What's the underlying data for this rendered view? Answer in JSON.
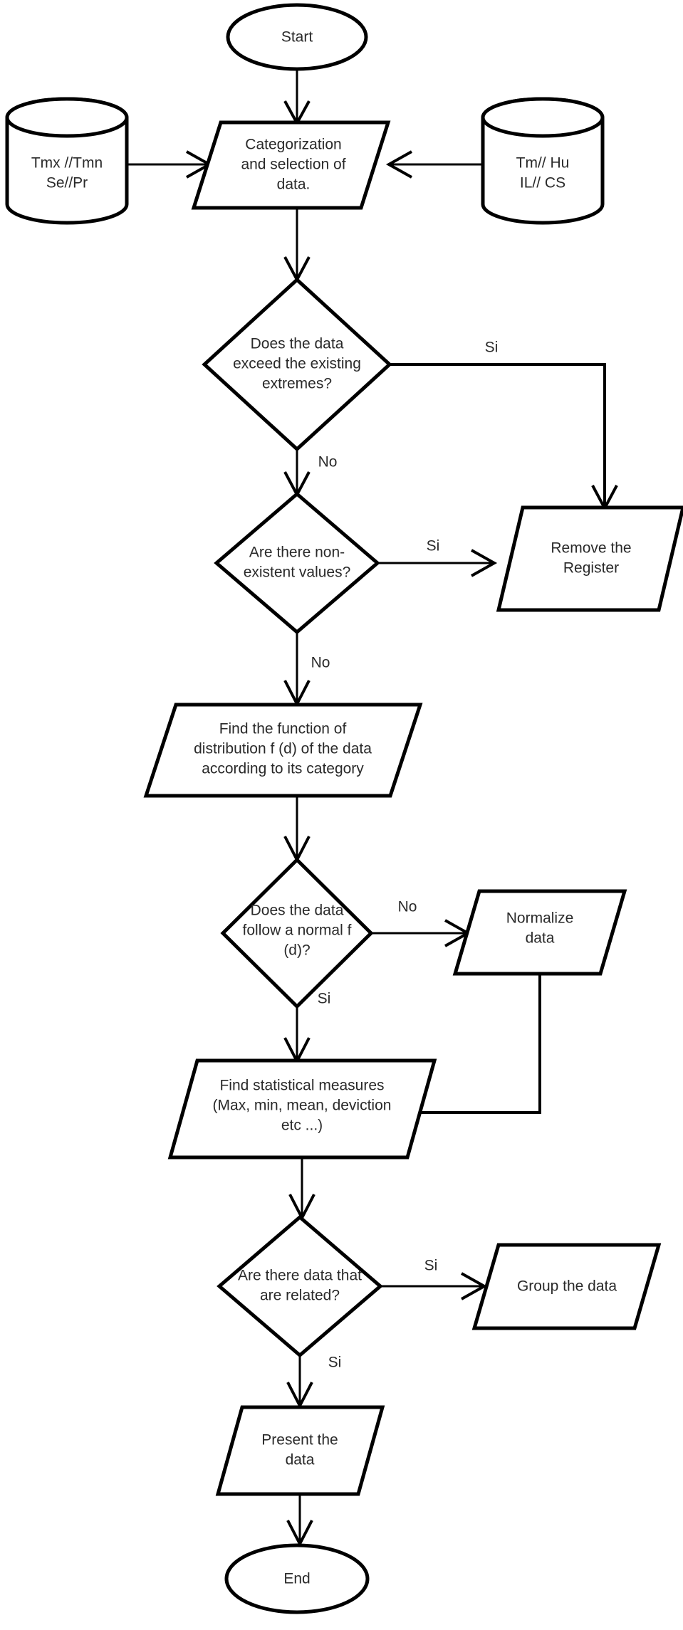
{
  "diagram": {
    "title": "Data processing flowchart",
    "colors": {
      "background": "#ffffff",
      "stroke": "#000000",
      "text": "#2a2a2a"
    },
    "nodes": {
      "start": {
        "label": "Start",
        "shape": "terminator-oval"
      },
      "db_left": {
        "line1": "Tmx //Tmn",
        "line2": "Se//Pr",
        "shape": "database-cylinder"
      },
      "db_right": {
        "line1": "Tm// Hu",
        "line2": "IL// CS",
        "shape": "database-cylinder"
      },
      "categorization": {
        "line1": "Categorization",
        "line2": "and selection of",
        "line3": "data.",
        "shape": "data-parallelogram"
      },
      "decision_extremes": {
        "line1": "Does the data",
        "line2": "exceed the existing",
        "line3": "extremes?",
        "shape": "decision-diamond"
      },
      "decision_nonexistent": {
        "line1": "Are there non-",
        "line2": "existent values?",
        "shape": "decision-diamond"
      },
      "remove_register": {
        "line1": "Remove the",
        "line2": "Register",
        "shape": "data-parallelogram"
      },
      "find_distribution": {
        "line1": "Find the function of",
        "line2": "distribution f (d) of the data",
        "line3": "according to its category",
        "shape": "data-parallelogram"
      },
      "decision_normal": {
        "line1": "Does the data",
        "line2": "follow a normal f",
        "line3": "(d)?",
        "shape": "decision-diamond"
      },
      "normalize_data": {
        "line1": "Normalize",
        "line2": "data",
        "shape": "data-parallelogram"
      },
      "statistical_measures": {
        "line1": "Find statistical measures",
        "line2": "(Max, min, mean, deviction",
        "line3": "etc ...)",
        "shape": "data-parallelogram"
      },
      "decision_related": {
        "line1": "Are there data that",
        "line2": "are related?",
        "shape": "decision-diamond"
      },
      "group_data": {
        "line1": "Group the data",
        "shape": "data-parallelogram"
      },
      "present_data": {
        "line1": "Present the",
        "line2": "data",
        "shape": "data-parallelogram"
      },
      "end": {
        "label": "End",
        "shape": "terminator-oval"
      }
    },
    "edge_labels": {
      "extremes_yes": "Si",
      "extremes_no": "No",
      "nonexistent_yes": "Si",
      "nonexistent_no": "No",
      "normal_no": "No",
      "normal_yes": "Si",
      "related_yes": "Si",
      "related_down": "Si"
    }
  }
}
